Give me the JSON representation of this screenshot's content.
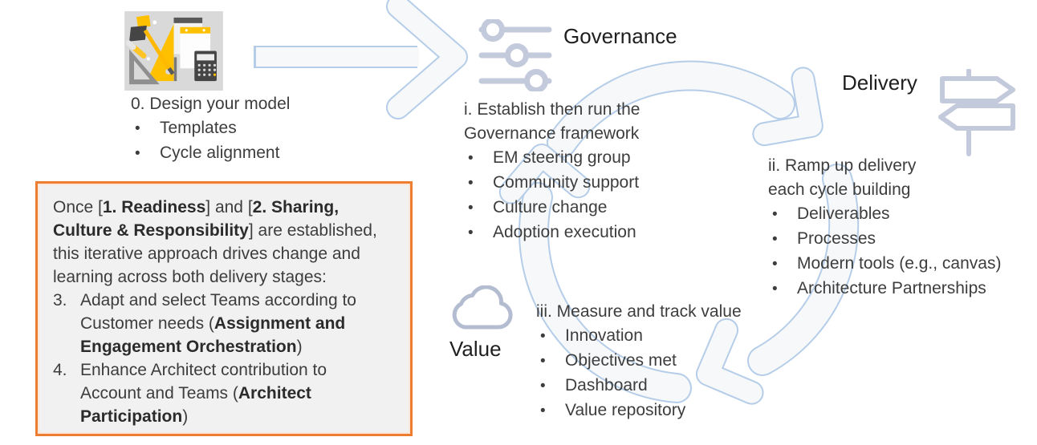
{
  "slide_title": "Enterprise model cycle diagram",
  "colors": {
    "blue_outline": "#B5CDE8",
    "shape_fill": "#F7F8F9",
    "icon_gray_blue": "#C3CADB",
    "cloud_gray_blue": "#B3BCD0",
    "accent_orange": "#ED7D31",
    "box_fill": "#F1F1F2",
    "box_inner_line": "#FBE8DA",
    "heading_text": "#1F1F1F",
    "body_text": "#3D3D3D",
    "clipart_bg": "#D9D9D9",
    "clipart_yellow": "#FFC000",
    "clipart_gray": "#8F8F8F",
    "clipart_dark": "#454545"
  },
  "icons": {
    "design": "design-tools-clipart",
    "governance": "sliders-icon",
    "delivery": "signpost-icon",
    "value": "cloud-icon"
  },
  "design_step": {
    "title": "0. Design your model",
    "bullets": [
      "Templates",
      "Cycle alignment"
    ]
  },
  "governance": {
    "label": "Governance",
    "heading_lines": [
      "i. Establish then run the",
      "Governance framework"
    ],
    "bullets": [
      "EM steering group",
      "Community support",
      "Culture change",
      "Adoption execution"
    ]
  },
  "delivery": {
    "label": "Delivery",
    "heading_lines": [
      "ii. Ramp up delivery",
      "each cycle building"
    ],
    "bullets": [
      "Deliverables",
      "Processes",
      "Modern tools (e.g., canvas)",
      "Architecture Partnerships"
    ]
  },
  "value": {
    "label": "Value",
    "heading_lines": [
      "iii. Measure and track value"
    ],
    "bullets": [
      "Innovation",
      "Objectives met",
      "Dashboard",
      "Value repository"
    ]
  },
  "note_box": {
    "intro": [
      {
        "t": "Once ["
      },
      {
        "t": "1. Readiness",
        "b": true
      },
      {
        "t": "] and ["
      },
      {
        "t": "2. Sharing,",
        "b": true
      },
      {
        "br": true
      },
      {
        "t": "Culture & Responsibility",
        "b": true
      },
      {
        "t": "] are established,"
      },
      {
        "br": true
      },
      {
        "t": "this iterative approach drives change and"
      },
      {
        "br": true
      },
      {
        "t": "learning across both delivery stages:"
      }
    ],
    "items": [
      {
        "num": "3.",
        "segments": [
          {
            "t": "Adapt and select Teams according to"
          },
          {
            "br": true
          },
          {
            "t": "Customer needs ("
          },
          {
            "t": "Assignment and",
            "b": true
          },
          {
            "br": true
          },
          {
            "t": "Engagement Orchestration",
            "b": true
          },
          {
            "t": ")"
          }
        ]
      },
      {
        "num": "4.",
        "segments": [
          {
            "t": "Enhance Architect contribution to"
          },
          {
            "br": true
          },
          {
            "t": "Account and Teams ("
          },
          {
            "t": "Architect",
            "b": true
          },
          {
            "br": true
          },
          {
            "t": "Participation",
            "b": true
          },
          {
            "t": ")"
          }
        ]
      }
    ]
  }
}
